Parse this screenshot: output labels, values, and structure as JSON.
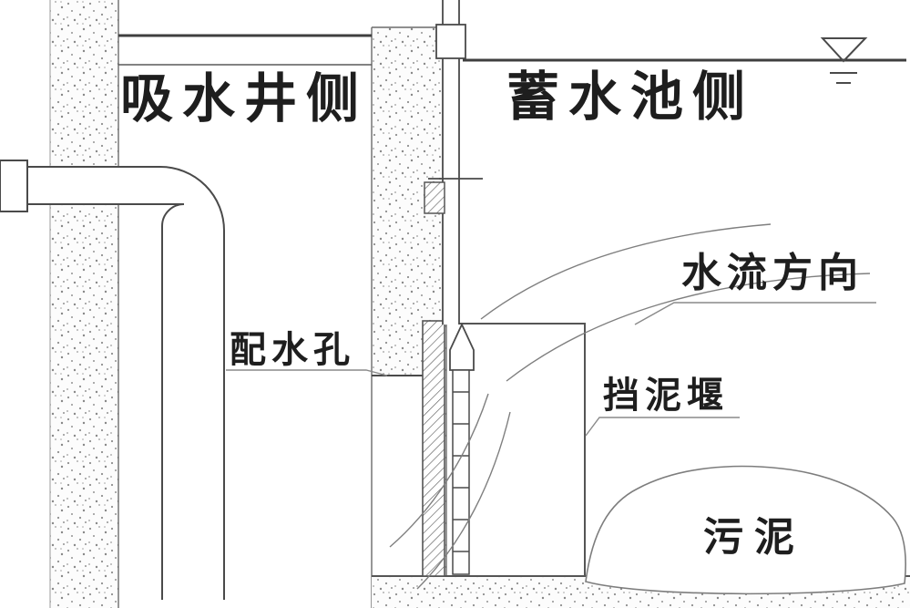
{
  "diagram": {
    "labels": {
      "suction_well_side": "吸水井侧",
      "reservoir_side": "蓄水池侧",
      "flow_direction": "水流方向",
      "distribution_hole": "配水孔",
      "mud_weir": "挡泥堰",
      "sludge": "污泥"
    },
    "colors": {
      "line": "#4a4a4a",
      "light_line": "#8a8a8a",
      "background": "#ffffff",
      "stipple_dot": "#909090"
    }
  }
}
